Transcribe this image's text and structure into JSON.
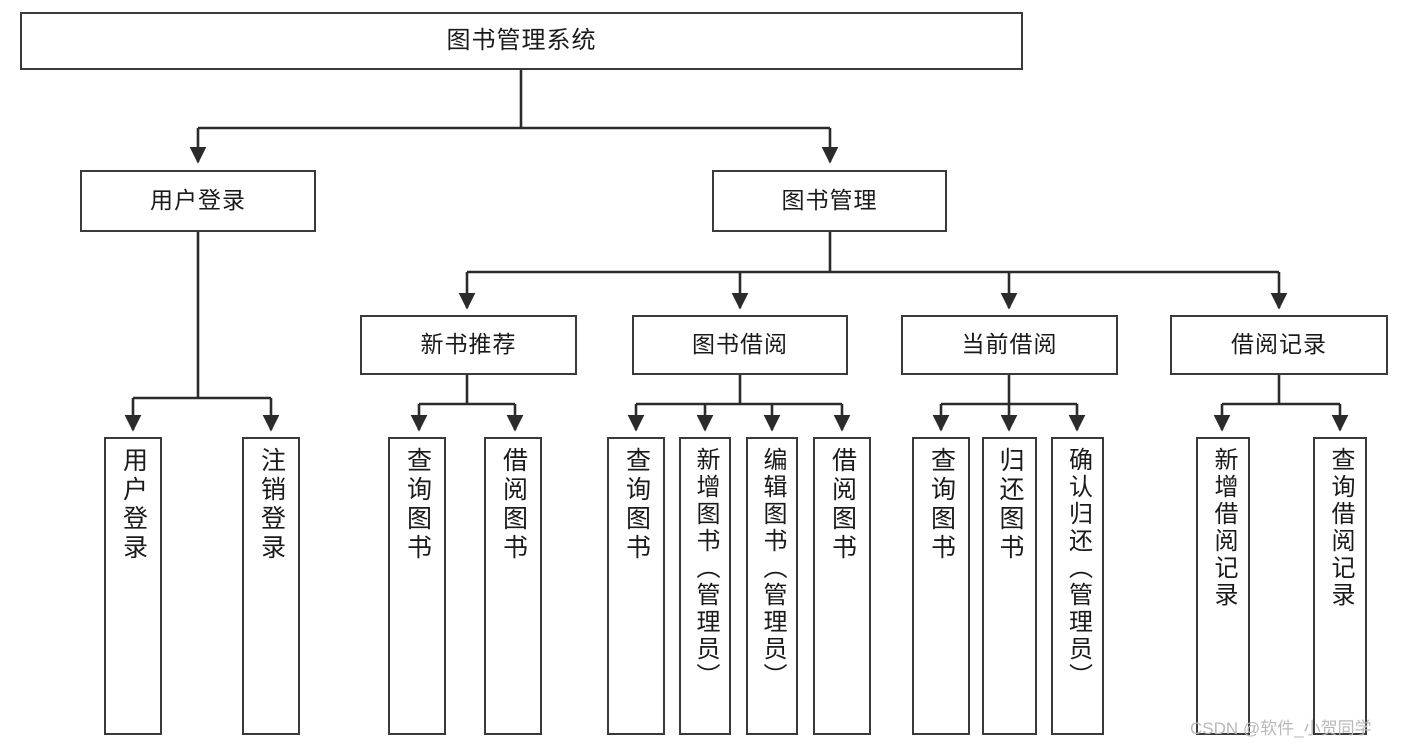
{
  "diagram": {
    "title": "图书管理系统",
    "type": "tree",
    "colors": {
      "box_border": "#3a3a3a",
      "box_fill": "#ffffff",
      "connector": "#2b2b2b",
      "text": "#1a1a1a",
      "watermark": "#b9b9b9"
    },
    "levels": {
      "root": {
        "id": "root",
        "label": "图书管理系统"
      },
      "level2": [
        {
          "id": "user-login",
          "label": "用户登录"
        },
        {
          "id": "book-manage",
          "label": "图书管理"
        }
      ],
      "level3": [
        {
          "id": "new-book-rec",
          "label": "新书推荐",
          "parent": "book-manage"
        },
        {
          "id": "book-borrow",
          "label": "图书借阅",
          "parent": "book-manage"
        },
        {
          "id": "current-borrow",
          "label": "当前借阅",
          "parent": "book-manage"
        },
        {
          "id": "borrow-record",
          "label": "借阅记录",
          "parent": "book-manage"
        }
      ],
      "leaves": [
        {
          "id": "leaf-user-login",
          "label": "用户登录",
          "parent": "user-login"
        },
        {
          "id": "leaf-user-logout",
          "label": "注销登录",
          "parent": "user-login"
        },
        {
          "id": "leaf-query-book-1",
          "label": "查询图书",
          "parent": "new-book-rec"
        },
        {
          "id": "leaf-borrow-book-1",
          "label": "借阅图书",
          "parent": "new-book-rec"
        },
        {
          "id": "leaf-query-book-2",
          "label": "查询图书",
          "parent": "book-borrow"
        },
        {
          "id": "leaf-add-book",
          "label": "新增图书（管理员）",
          "parent": "book-borrow"
        },
        {
          "id": "leaf-edit-book",
          "label": "编辑图书（管理员）",
          "parent": "book-borrow"
        },
        {
          "id": "leaf-borrow-book-2",
          "label": "借阅图书",
          "parent": "book-borrow"
        },
        {
          "id": "leaf-query-book-3",
          "label": "查询图书",
          "parent": "current-borrow"
        },
        {
          "id": "leaf-return-book",
          "label": "归还图书",
          "parent": "current-borrow"
        },
        {
          "id": "leaf-confirm-return",
          "label": "确认归还（管理员）",
          "parent": "current-borrow"
        },
        {
          "id": "leaf-add-record",
          "label": "新增借阅记录",
          "parent": "borrow-record"
        },
        {
          "id": "leaf-query-record",
          "label": "查询借阅记录",
          "parent": "borrow-record"
        }
      ]
    },
    "watermark": "CSDN @软件_小贺同学"
  }
}
